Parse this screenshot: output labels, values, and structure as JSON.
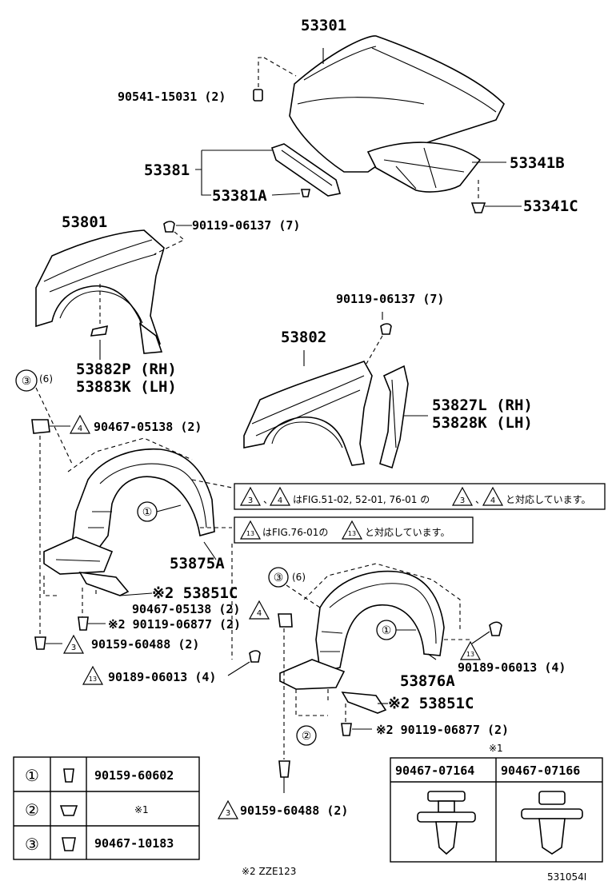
{
  "labels": {
    "hood": "53301",
    "hood_bolt": "90541-15031 (2)",
    "hood_stay": "53381",
    "hood_stay_clip": "53381A",
    "hood_insulator": "53341B",
    "hood_insulator_clip": "53341C",
    "fender_rh": "53801",
    "fender_rh_bolt": "90119-06137 (7)",
    "fender_rh_seal_rh": "53882P (RH)",
    "fender_rh_seal_lh": "53883K (LH)",
    "fender_lh_bolt": "90119-06137 (7)",
    "fender_lh": "53802",
    "fender_seal_rh": "53827L (RH)",
    "fender_seal_lh": "53828K (LH)",
    "clip_qty": "(6)",
    "clip_a": "90467-05138 (2)",
    "liner_rh": "53875A",
    "liner_lh": "53876A",
    "shield_a": "※2 53851C",
    "clip_b": "90467-05138 (2)",
    "screw_a": "※2 90119-06877 (2)",
    "screw_b": "90159-60488 (2)",
    "clip_c": "90189-06013 (4)",
    "clip_qty_2": "(6)",
    "clip_d": "90189-06013 (4)",
    "shield_b": "※2 53851C",
    "screw_c": "※2 90119-06877 (2)",
    "screw_d": "90159-60488 (2)"
  },
  "notes": {
    "note1_mid": "、",
    "note1_text": "はFIG.51-02, 52-01, 76-01 の",
    "note1_mid2": "、",
    "note1_tail": "と対応しています。",
    "note2_text": "はFIG.76-01の",
    "note2_tail": "と対応しています。"
  },
  "triangles": {
    "t3": "3",
    "t4": "4",
    "t13": "13"
  },
  "circles": {
    "c1": "①",
    "c2": "②",
    "c3": "③"
  },
  "left_table": {
    "rows": [
      {
        "num": "①",
        "part": "90159-60602"
      },
      {
        "num": "②",
        "part": "※1"
      },
      {
        "num": "③",
        "part": "90467-10183"
      }
    ]
  },
  "right_table": {
    "marker": "※1",
    "headers": [
      "90467-07164",
      "90467-07166"
    ]
  },
  "footer": {
    "footnote": "※2 ZZE123",
    "figure_id": "531054I"
  }
}
